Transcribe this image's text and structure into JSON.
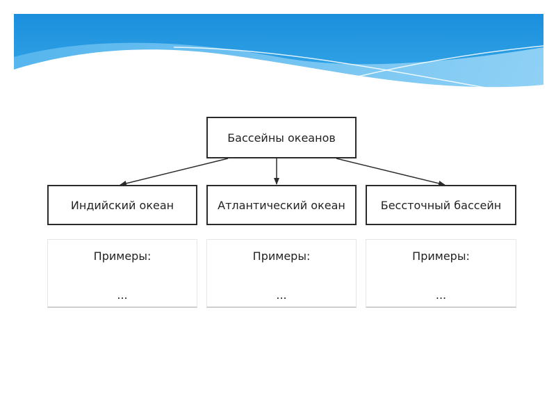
{
  "diagram": {
    "root": {
      "label": "Бассейны океанов"
    },
    "children": [
      {
        "label": "Индийский океан",
        "examples_title": "Примеры:",
        "examples_body": "..."
      },
      {
        "label": "Атлантический океан",
        "examples_title": "Примеры:",
        "examples_body": "..."
      },
      {
        "label": "Бессточный бассейн",
        "examples_title": "Примеры:",
        "examples_body": "..."
      }
    ]
  },
  "colors": {
    "banner_dark": "#1a90e0",
    "banner_light": "#7ecbf5",
    "wave": "#ffffff",
    "line": "#2b2b2b"
  }
}
